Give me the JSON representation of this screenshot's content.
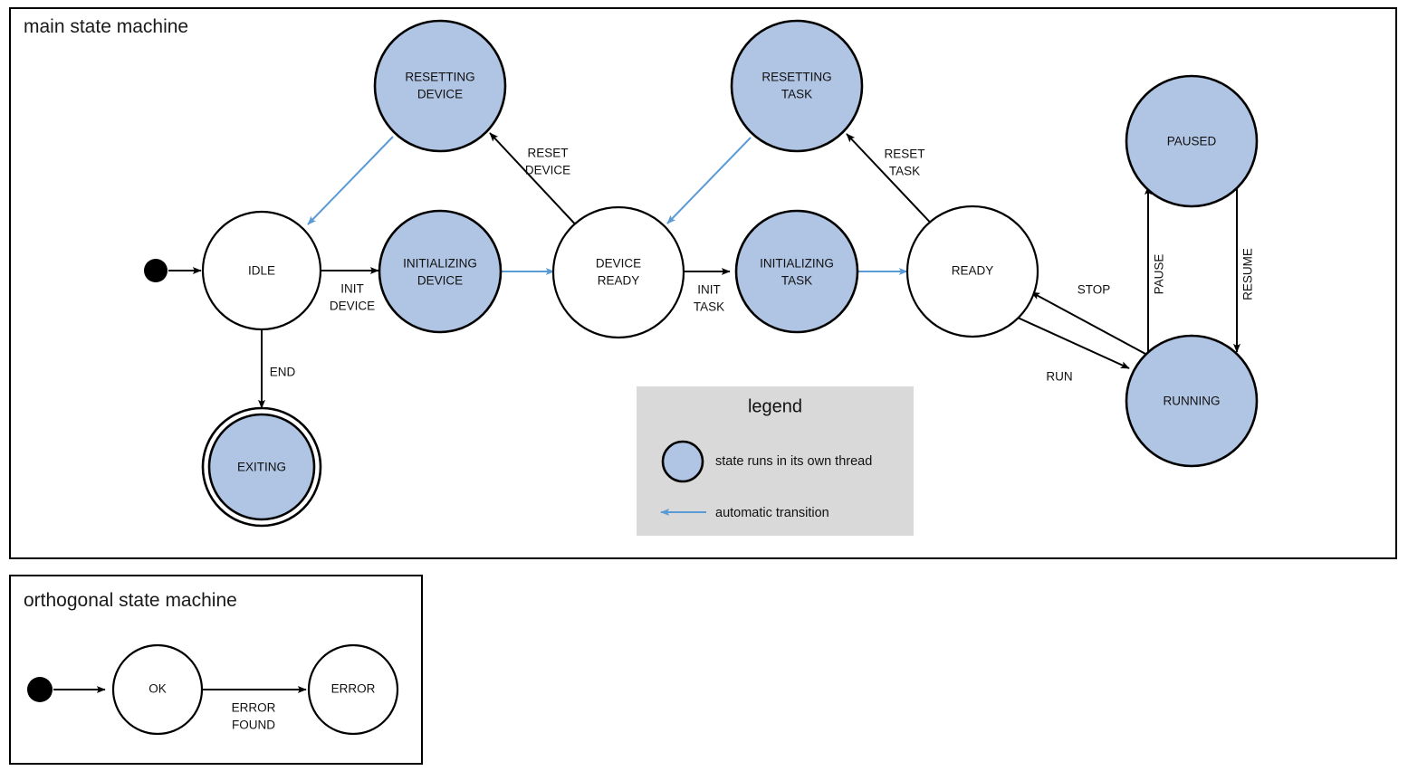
{
  "diagram": {
    "frames": [
      {
        "id": "main",
        "title": "main state machine"
      },
      {
        "id": "orthogonal",
        "title": "orthogonal state machine"
      }
    ],
    "colors": {
      "thread_state_fill": "#b0c4e4",
      "plain_state_fill": "#ffffff",
      "stroke": "#000000",
      "automatic_transition": "#5b9bd5",
      "legend_background": "#d9d9d9",
      "page_background": "#ffffff"
    },
    "main_states": [
      {
        "id": "idle",
        "label": "IDLE",
        "thread": false,
        "final": false
      },
      {
        "id": "resetting-device",
        "label_line1": "RESETTING",
        "label_line2": "DEVICE",
        "thread": true,
        "final": false
      },
      {
        "id": "initializing-device",
        "label_line1": "INITIALIZING",
        "label_line2": "DEVICE",
        "thread": true,
        "final": false
      },
      {
        "id": "device-ready",
        "label_line1": "DEVICE",
        "label_line2": "READY",
        "thread": false,
        "final": false
      },
      {
        "id": "resetting-task",
        "label_line1": "RESETTING",
        "label_line2": "TASK",
        "thread": true,
        "final": false
      },
      {
        "id": "initializing-task",
        "label_line1": "INITIALIZING",
        "label_line2": "TASK",
        "thread": true,
        "final": false
      },
      {
        "id": "ready",
        "label": "READY",
        "thread": false,
        "final": false
      },
      {
        "id": "paused",
        "label": "PAUSED",
        "thread": true,
        "final": false
      },
      {
        "id": "running",
        "label": "RUNNING",
        "thread": true,
        "final": false
      },
      {
        "id": "exiting",
        "label": "EXITING",
        "thread": true,
        "final": true
      }
    ],
    "main_transitions": [
      {
        "id": "start-idle",
        "label": "",
        "automatic": false
      },
      {
        "id": "idle-initializing-device",
        "label_line1": "INIT",
        "label_line2": "DEVICE",
        "automatic": false
      },
      {
        "id": "initializing-device-device-ready",
        "label": "",
        "automatic": true
      },
      {
        "id": "device-ready-resetting-device",
        "label_line1": "RESET",
        "label_line2": "DEVICE",
        "automatic": false
      },
      {
        "id": "resetting-device-idle",
        "label": "",
        "automatic": true
      },
      {
        "id": "device-ready-initializing-task",
        "label_line1": "INIT",
        "label_line2": "TASK",
        "automatic": false
      },
      {
        "id": "initializing-task-ready",
        "label": "",
        "automatic": true
      },
      {
        "id": "ready-resetting-task",
        "label_line1": "RESET",
        "label_line2": "TASK",
        "automatic": false
      },
      {
        "id": "resetting-task-device-ready",
        "label": "",
        "automatic": true
      },
      {
        "id": "ready-running",
        "label": "RUN",
        "automatic": false
      },
      {
        "id": "running-ready",
        "label": "STOP",
        "automatic": false
      },
      {
        "id": "running-paused",
        "label": "PAUSE",
        "automatic": false,
        "vertical": true
      },
      {
        "id": "paused-running",
        "label": "RESUME",
        "automatic": false,
        "vertical": true
      },
      {
        "id": "idle-exiting",
        "label": "END",
        "automatic": false
      }
    ],
    "orthogonal_states": [
      {
        "id": "ok",
        "label": "OK",
        "thread": false
      },
      {
        "id": "error",
        "label": "ERROR",
        "thread": false
      }
    ],
    "orthogonal_transitions": [
      {
        "id": "start-ok",
        "label": "",
        "automatic": false
      },
      {
        "id": "ok-error",
        "label_line1": "ERROR",
        "label_line2": "FOUND",
        "automatic": false
      }
    ],
    "legend": {
      "title": "legend",
      "entry_thread": "state runs in its own thread",
      "entry_automatic": "automatic transition"
    }
  }
}
